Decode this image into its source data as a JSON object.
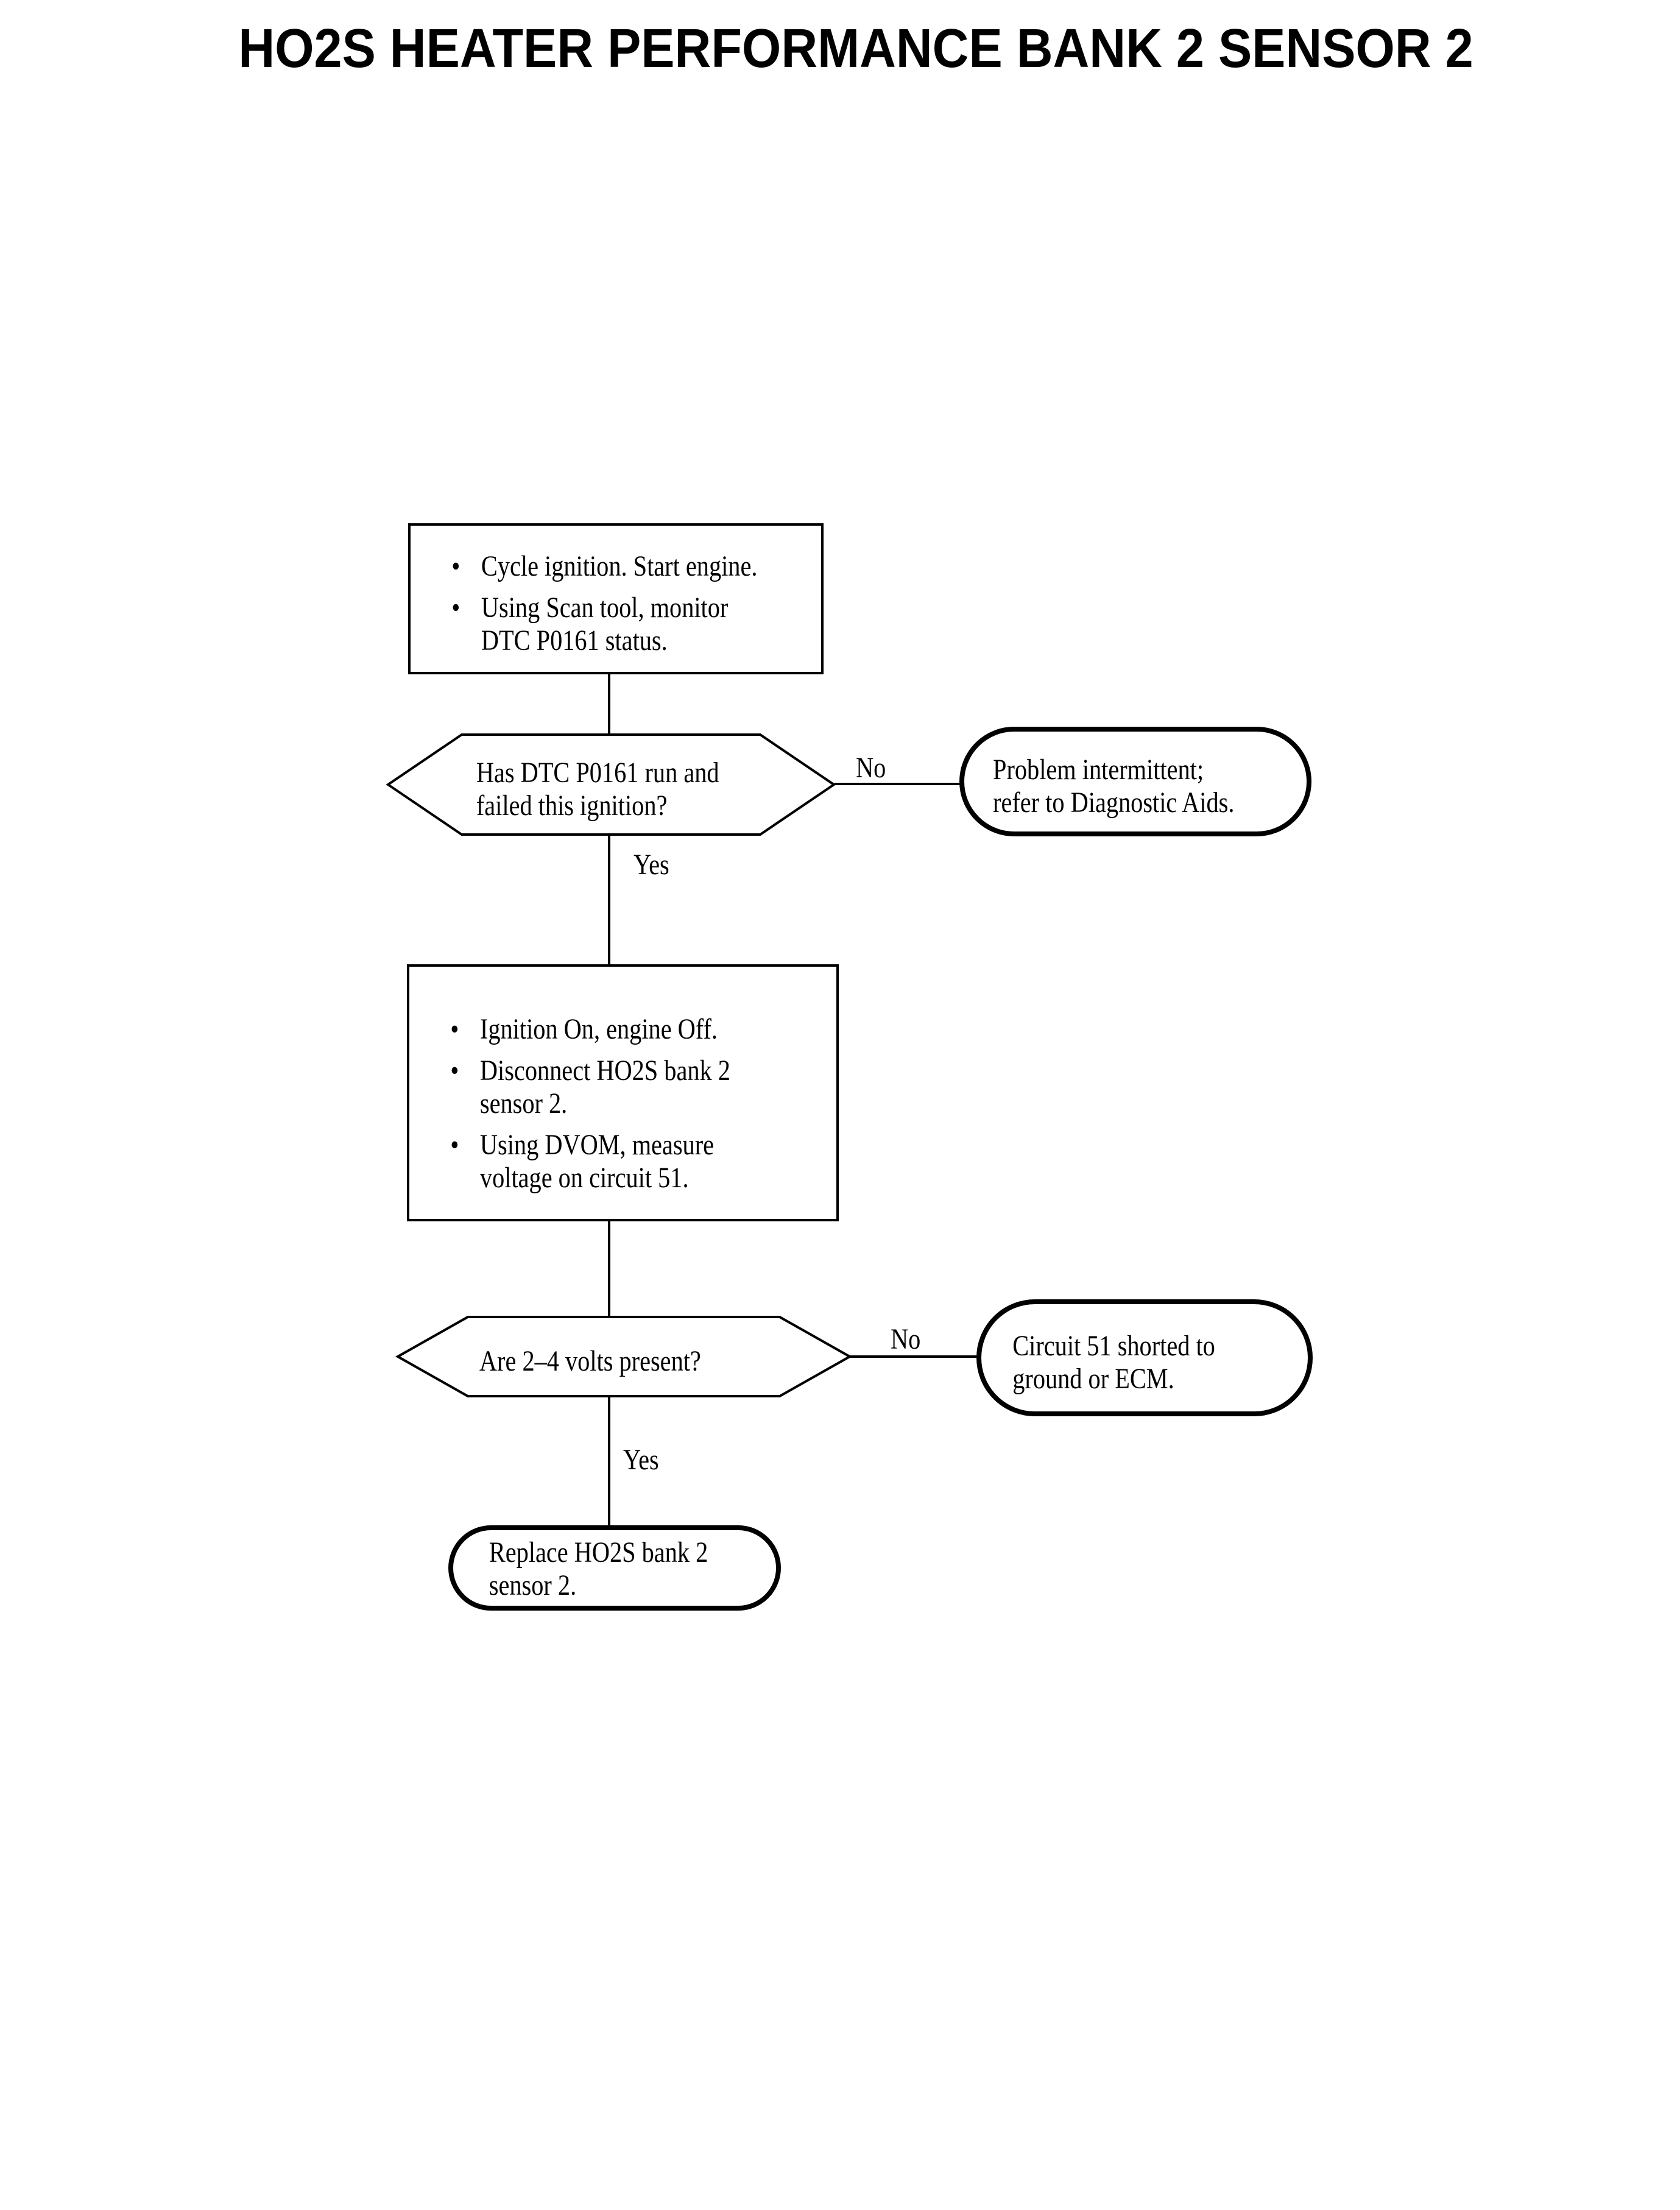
{
  "colors": {
    "ink": "#000000",
    "paper": "#ffffff"
  },
  "glyphs": {
    "bullet": "•"
  },
  "title": "HO2S HEATER PERFORMANCE BANK 2 SENSOR 2",
  "flow": {
    "box1": {
      "items": [
        {
          "lines": [
            "Cycle ignition. Start engine."
          ]
        },
        {
          "lines": [
            "Using Scan tool, monitor",
            "DTC P0161 status."
          ]
        }
      ]
    },
    "hex1": {
      "lines": [
        "Has DTC P0161 run and",
        "failed this ignition?"
      ]
    },
    "stadium1": {
      "lines": [
        "Problem intermittent;",
        "refer to Diagnostic Aids."
      ]
    },
    "box2": {
      "items": [
        {
          "lines": [
            "Ignition On, engine Off."
          ]
        },
        {
          "lines": [
            "Disconnect HO2S bank 2",
            "sensor 2."
          ]
        },
        {
          "lines": [
            "Using DVOM, measure",
            "voltage on circuit 51."
          ]
        }
      ]
    },
    "hex2": {
      "lines": [
        "Are 2–4 volts present?"
      ]
    },
    "stadium2": {
      "lines": [
        "Circuit 51 shorted to",
        "ground or ECM."
      ]
    },
    "stadium3": {
      "lines": [
        "Replace HO2S bank 2",
        "sensor 2."
      ]
    },
    "branches": {
      "no1": "No",
      "yes1": "Yes",
      "no2": "No",
      "yes2": "Yes"
    }
  }
}
